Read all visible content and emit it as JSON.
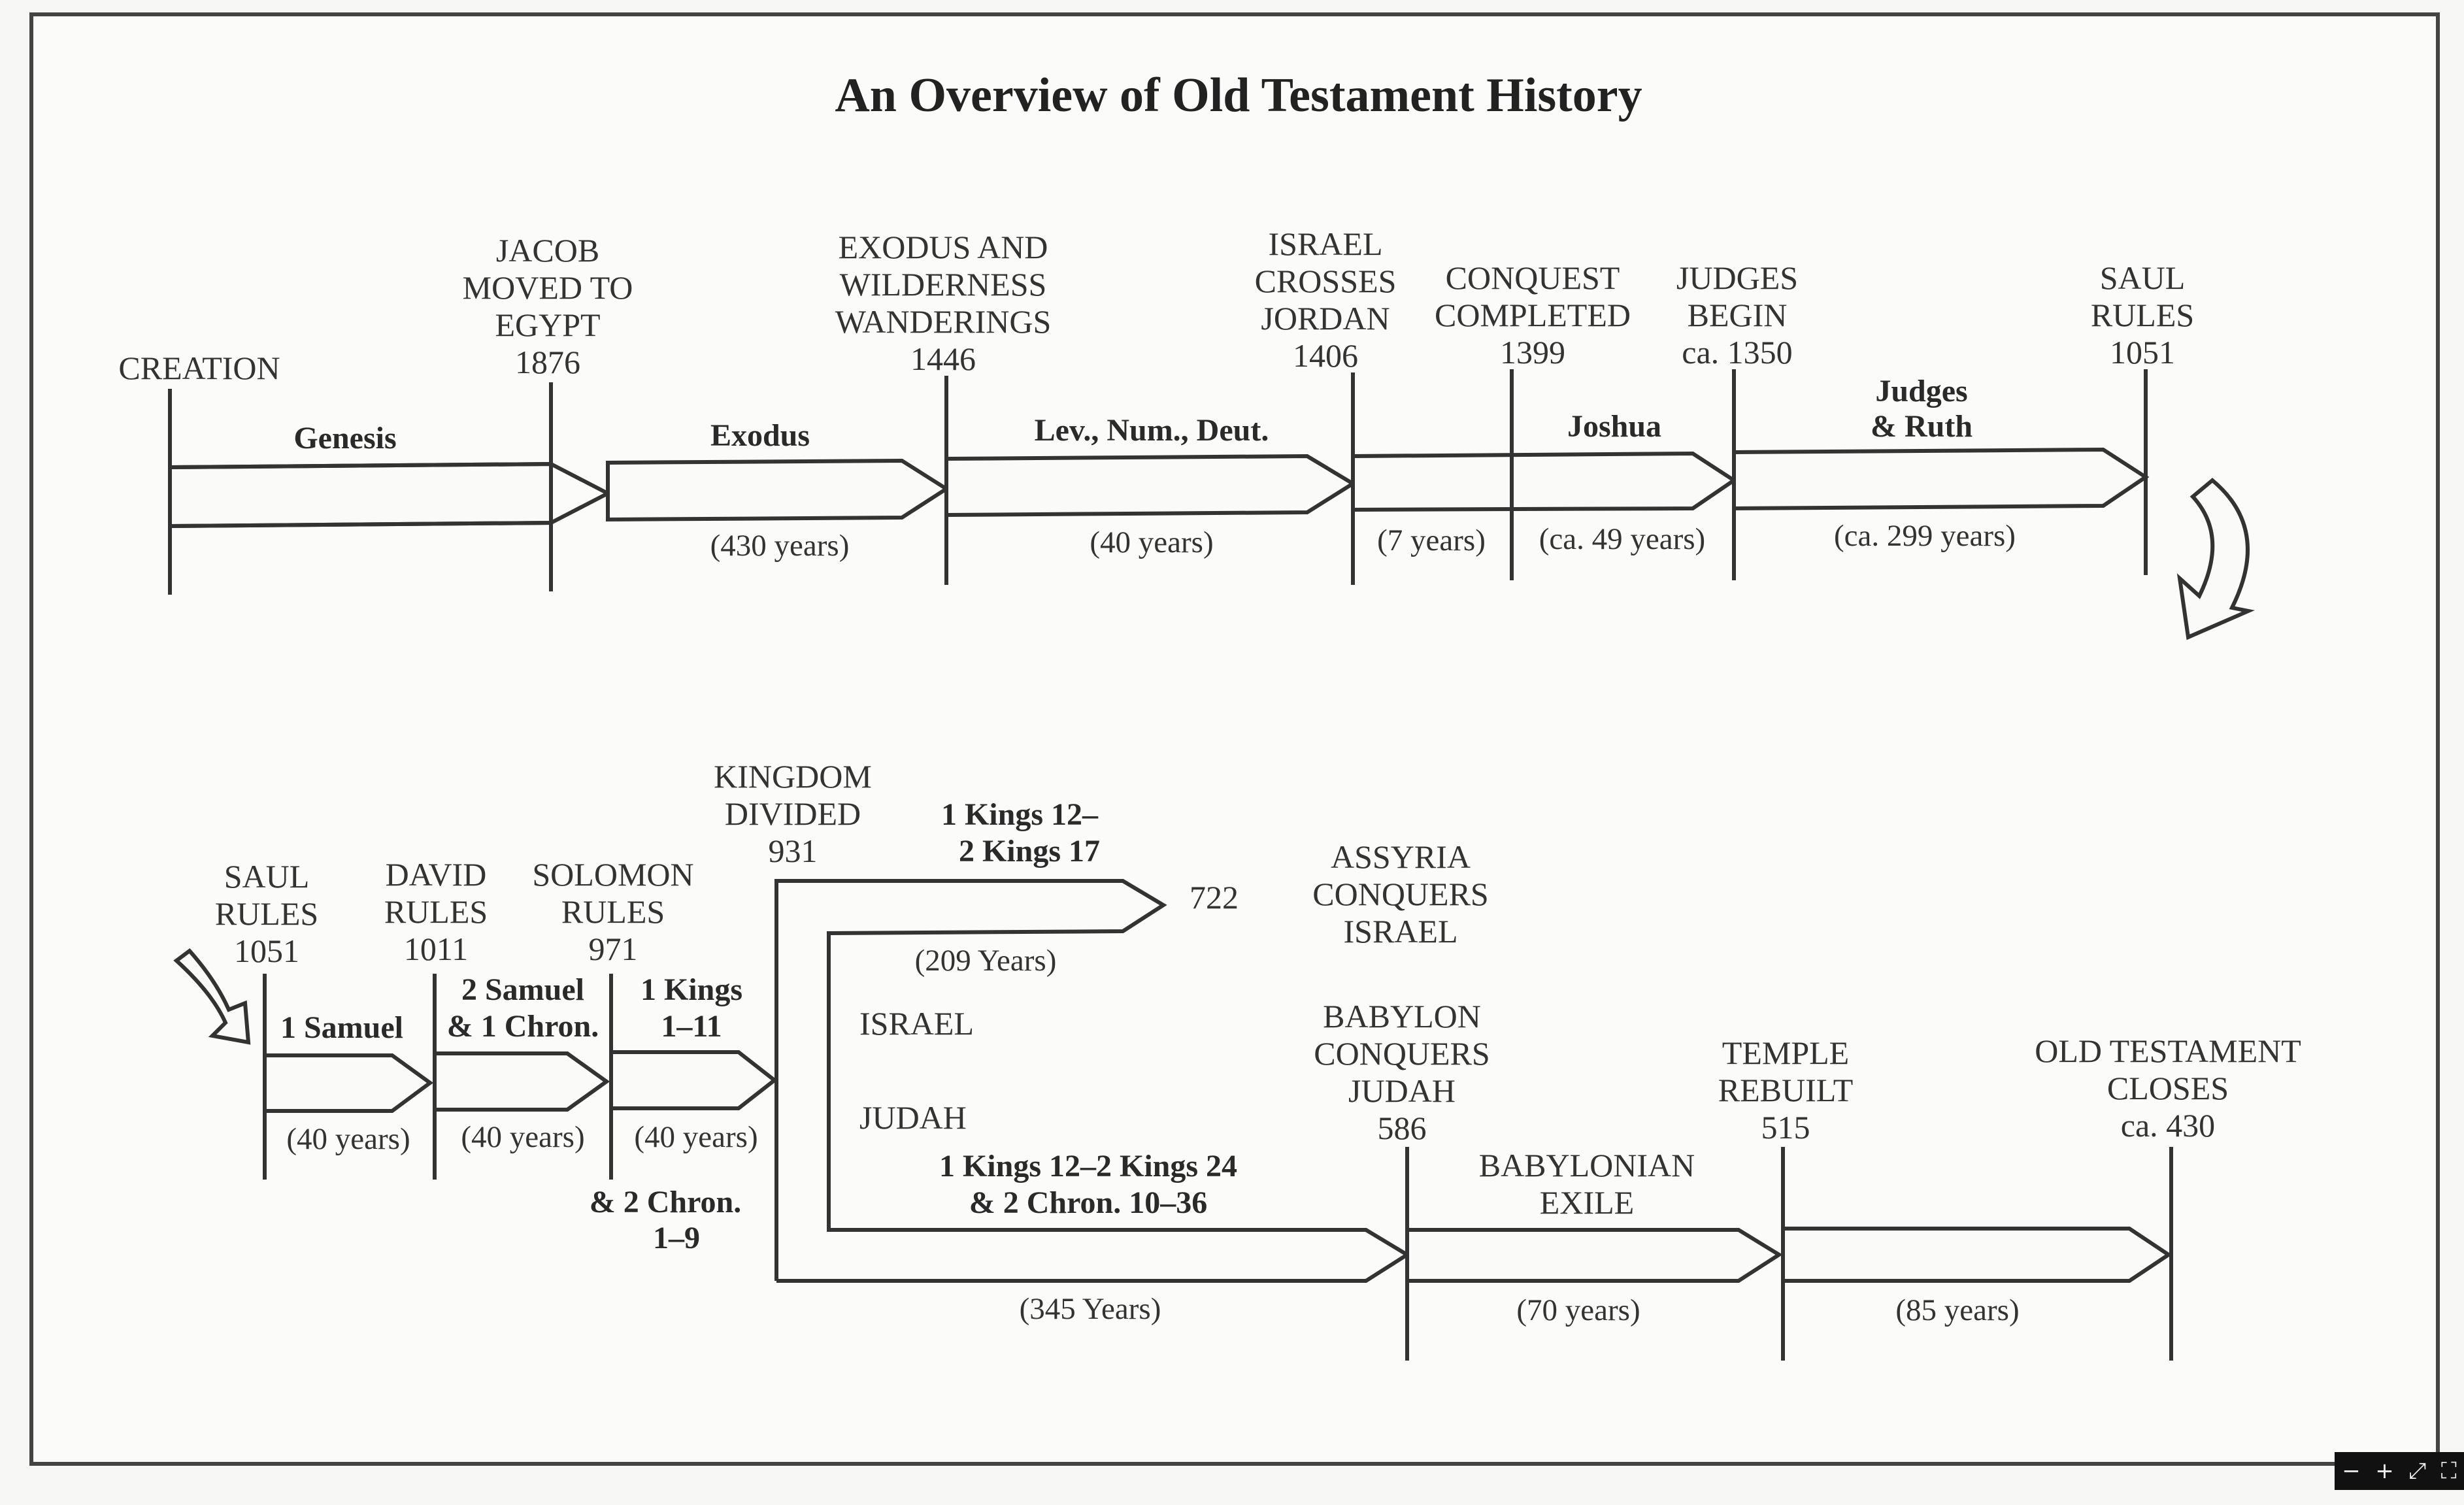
{
  "title": "An Overview of Old Testament History",
  "events": {
    "creation": [
      "CREATION"
    ],
    "jacob": [
      "JACOB",
      "MOVED TO",
      "EGYPT",
      "1876"
    ],
    "exodus": [
      "EXODUS AND",
      "WILDERNESS",
      "WANDERINGS",
      "1446"
    ],
    "jordan": [
      "ISRAEL",
      "CROSSES",
      "JORDAN",
      "1406"
    ],
    "conquest": [
      "CONQUEST",
      "COMPLETED",
      "1399"
    ],
    "judges": [
      "JUDGES",
      "BEGIN",
      "ca. 1350"
    ],
    "saul_top": [
      "SAUL",
      "RULES",
      "1051"
    ],
    "saul_bottom": [
      "SAUL",
      "RULES",
      "1051"
    ],
    "david": [
      "DAVID",
      "RULES",
      "1011"
    ],
    "solomon": [
      "SOLOMON",
      "RULES",
      "971"
    ],
    "divided": [
      "KINGDOM",
      "DIVIDED",
      "931"
    ],
    "assyria_year": [
      "722"
    ],
    "assyria": [
      "ASSYRIA",
      "CONQUERS",
      "ISRAEL"
    ],
    "babylon": [
      "BABYLON",
      "CONQUERS",
      "JUDAH",
      "586"
    ],
    "temple": [
      "TEMPLE",
      "REBUILT",
      "515"
    ],
    "ot_closes": [
      "OLD TESTAMENT",
      "CLOSES",
      "ca. 430"
    ]
  },
  "books": {
    "genesis": [
      "Genesis"
    ],
    "exodus": [
      "Exodus"
    ],
    "lev": [
      "Lev., Num., Deut."
    ],
    "joshua": [
      "Joshua"
    ],
    "judges_ruth": [
      "Judges",
      "& Ruth"
    ],
    "samuel1": [
      "1 Samuel"
    ],
    "samuel2": [
      "2 Samuel",
      "& 1 Chron."
    ],
    "kings1": [
      "1 Kings",
      "1–11"
    ],
    "kings1_extra": [
      "& 2 Chron.",
      "1–9"
    ],
    "israel_books": [
      "1 Kings 12–",
      "2 Kings 17"
    ],
    "judah_books": [
      "1 Kings 12–2 Kings 24",
      "& 2 Chron. 10–36"
    ],
    "exile": [
      "BABYLONIAN",
      "EXILE"
    ]
  },
  "kingdoms": {
    "israel": [
      "ISRAEL"
    ],
    "judah": [
      "JUDAH"
    ]
  },
  "durations": {
    "egypt": [
      "(430 years)"
    ],
    "wilderness": [
      "(40 years)"
    ],
    "conquest": [
      "(7 years)"
    ],
    "joshua": [
      "(ca. 49 years)"
    ],
    "judges": [
      "(ca. 299 years)"
    ],
    "saul": [
      "(40 years)"
    ],
    "david": [
      "(40 years)"
    ],
    "solomon": [
      "(40 years)"
    ],
    "israel": [
      "(209 Years)"
    ],
    "judah": [
      "(345 Years)"
    ],
    "exile": [
      "(70 years)"
    ],
    "restoration": [
      "(85 years)"
    ]
  },
  "toolbar": {
    "zoom_out": "−",
    "zoom_in": "+",
    "expand": "⤢",
    "fullscreen": "⛶"
  }
}
